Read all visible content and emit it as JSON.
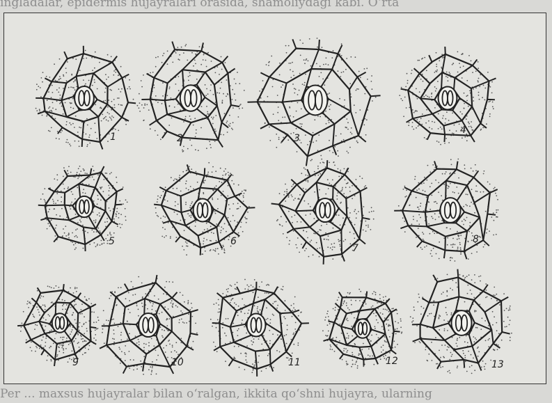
{
  "background_text": {
    "lines": [
      "ingladalar, epidermis hujayralari orasida, shamoliydagi kabi. O‘rta",
      "Per                       ... maxsus hujayralar bilan o‘ralgan, ikkita qo‘shni hujayra, ularning"
    ]
  },
  "figure": {
    "stomata": [
      {
        "number": "1"
      },
      {
        "number": "2"
      },
      {
        "number": "3"
      },
      {
        "number": "4"
      },
      {
        "number": "5"
      },
      {
        "number": "6"
      },
      {
        "number": "7"
      },
      {
        "number": "8"
      },
      {
        "number": "9"
      },
      {
        "number": "10"
      },
      {
        "number": "11"
      },
      {
        "number": "12"
      },
      {
        "number": "13"
      }
    ]
  },
  "colors": {
    "ink": "#222222",
    "paper": "#e4e4e0",
    "faded_text": "#8e8e8e"
  }
}
